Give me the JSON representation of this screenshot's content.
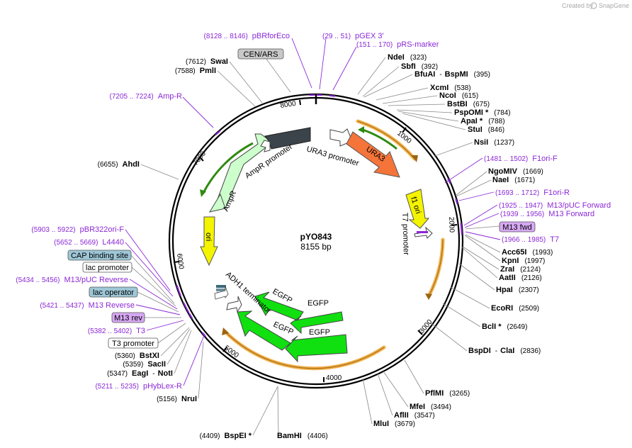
{
  "credit": {
    "text": "Created by",
    "brand": "SnapGene"
  },
  "plasmid": {
    "name": "pYO843",
    "size_label": "8155 bp",
    "length": 8155
  },
  "colors": {
    "backbone": "#000000",
    "primer": "#8b28d6",
    "egfp": "#10e010",
    "ura3": "#f5743a",
    "f1ori": "#f4f400",
    "ori": "#f4f400",
    "ampr": "#ccffcc",
    "promoter": "#ffffff",
    "ampr_promoter_block": "#3b444b",
    "orf": "#f2b04a",
    "cap_binding_box": "#9ec7d7",
    "lac_operator_box": "#9ec7d7",
    "m13_box": "#d7a8f4",
    "cen_ars_box": "#c8c8c8"
  },
  "ticks": [
    "1000",
    "2000",
    "3000",
    "4000",
    "5000",
    "6000",
    "7000",
    "8000"
  ],
  "features": [
    {
      "id": "ura3",
      "label": "URA3"
    },
    {
      "id": "ura3_promoter",
      "label": "URA3 promoter"
    },
    {
      "id": "f1_ori",
      "label": "f1 ori"
    },
    {
      "id": "t7_promoter",
      "label": "T7 promoter"
    },
    {
      "id": "egfp1",
      "label": "EGFP"
    },
    {
      "id": "egfp2",
      "label": "EGFP"
    },
    {
      "id": "egfp3",
      "label": "EGFP"
    },
    {
      "id": "egfp4",
      "label": "EGFP"
    },
    {
      "id": "adh1_terminator",
      "label": "ADH1 terminator"
    },
    {
      "id": "ori",
      "label": "ori"
    },
    {
      "id": "ampr",
      "label": "AmpR"
    },
    {
      "id": "ampr_promoter",
      "label": "AmpR promoter"
    }
  ],
  "labels": [
    {
      "id": "pbrforeco",
      "kind": "primer",
      "pos": "(8128 .. 8146)",
      "name": "pBRforEco"
    },
    {
      "id": "pgex3",
      "kind": "primer",
      "pos": "(29 .. 51)",
      "name": "pGEX 3'"
    },
    {
      "id": "prs_marker",
      "kind": "primer",
      "pos": "(151 .. 170)",
      "name": "pRS-marker"
    },
    {
      "id": "cen_ars",
      "kind": "boxed",
      "name": "CEN/ARS"
    },
    {
      "id": "swai",
      "kind": "site",
      "pos": "(7612)",
      "name": "SwaI"
    },
    {
      "id": "pmli",
      "kind": "site",
      "pos": "(7588)",
      "name": "PmlI"
    },
    {
      "id": "ndei",
      "kind": "site",
      "pos": "(323)",
      "name": "NdeI"
    },
    {
      "id": "sbfi",
      "kind": "site",
      "pos": "(392)",
      "name": "SbfI"
    },
    {
      "id": "bfuai",
      "kind": "site",
      "pos": "(395)",
      "name": "BfuAI",
      "extra": "BspMI"
    },
    {
      "id": "xcmi",
      "kind": "site",
      "pos": "(538)",
      "name": "XcmI"
    },
    {
      "id": "ncoi",
      "kind": "site",
      "pos": "(615)",
      "name": "NcoI"
    },
    {
      "id": "bstbi",
      "kind": "site",
      "pos": "(675)",
      "name": "BstBI"
    },
    {
      "id": "pspomi",
      "kind": "site",
      "pos": "(784)",
      "name": "PspOMI *"
    },
    {
      "id": "apai",
      "kind": "site",
      "pos": "(788)",
      "name": "ApaI *"
    },
    {
      "id": "stui",
      "kind": "site",
      "pos": "(846)",
      "name": "StuI"
    },
    {
      "id": "nsii",
      "kind": "site",
      "pos": "(1237)",
      "name": "NsiI"
    },
    {
      "id": "ampr_primer",
      "kind": "primer",
      "pos": "(7205 .. 7224)",
      "name": "Amp-R"
    },
    {
      "id": "f1ori_f",
      "kind": "primer",
      "pos": "(1481 .. 1502)",
      "name": "F1ori-F"
    },
    {
      "id": "ngomiv",
      "kind": "site",
      "pos": "(1669)",
      "name": "NgoMIV"
    },
    {
      "id": "naei",
      "kind": "site",
      "pos": "(1671)",
      "name": "NaeI"
    },
    {
      "id": "f1ori_r",
      "kind": "primer",
      "pos": "(1693 .. 1712)",
      "name": "F1ori-R"
    },
    {
      "id": "ahdi",
      "kind": "site",
      "pos": "(6655)",
      "name": "AhdI"
    },
    {
      "id": "m13puc_fwd",
      "kind": "primer",
      "pos": "(1925 .. 1947)",
      "name": "M13/pUC Forward"
    },
    {
      "id": "m13_fwd",
      "kind": "primer",
      "pos": "(1939 .. 1956)",
      "name": "M13 Forward"
    },
    {
      "id": "m13fwd_box",
      "kind": "boxed",
      "name": "M13 fwd"
    },
    {
      "id": "t7_primer",
      "kind": "primer",
      "pos": "(1966 .. 1985)",
      "name": "T7"
    },
    {
      "id": "acc65i",
      "kind": "site",
      "pos": "(1993)",
      "name": "Acc65I"
    },
    {
      "id": "kpni",
      "kind": "site",
      "pos": "(1997)",
      "name": "KpnI"
    },
    {
      "id": "zrai",
      "kind": "site",
      "pos": "(2124)",
      "name": "ZraI"
    },
    {
      "id": "aatii",
      "kind": "site",
      "pos": "(2126)",
      "name": "AatII"
    },
    {
      "id": "hpai",
      "kind": "site",
      "pos": "(2307)",
      "name": "HpaI"
    },
    {
      "id": "ecori",
      "kind": "site",
      "pos": "(2509)",
      "name": "EcoRI"
    },
    {
      "id": "bcli",
      "kind": "site",
      "pos": "(2649)",
      "name": "BclI *"
    },
    {
      "id": "bspdi",
      "kind": "site",
      "pos": "(2836)",
      "name": "BspDI",
      "extra": "ClaI"
    },
    {
      "id": "pflmi",
      "kind": "site",
      "pos": "(3265)",
      "name": "PflMI"
    },
    {
      "id": "mfei",
      "kind": "site",
      "pos": "(3494)",
      "name": "MfeI"
    },
    {
      "id": "aflii",
      "kind": "site",
      "pos": "(3547)",
      "name": "AflII"
    },
    {
      "id": "mlui",
      "kind": "site",
      "pos": "(3679)",
      "name": "MluI"
    },
    {
      "id": "pbr322ori_f",
      "kind": "primer",
      "pos": "(5903 .. 5922)",
      "name": "pBR322ori-F"
    },
    {
      "id": "l4440",
      "kind": "primer",
      "pos": "(5652 .. 5669)",
      "name": "L4440"
    },
    {
      "id": "cap_binding",
      "kind": "boxed",
      "name": "CAP binding site"
    },
    {
      "id": "lac_promoter",
      "kind": "boxed",
      "name": "lac promoter"
    },
    {
      "id": "m13puc_rev",
      "kind": "primer",
      "pos": "(5434 .. 5456)",
      "name": "M13/pUC Reverse"
    },
    {
      "id": "lac_operator",
      "kind": "boxed",
      "name": "lac operator"
    },
    {
      "id": "m13_reverse",
      "kind": "primer",
      "pos": "(5421 .. 5437)",
      "name": "M13 Reverse"
    },
    {
      "id": "m13rev_box",
      "kind": "boxed",
      "name": "M13 rev"
    },
    {
      "id": "t3_primer",
      "kind": "primer",
      "pos": "(5382 .. 5402)",
      "name": "T3"
    },
    {
      "id": "t3_promoter",
      "kind": "boxed",
      "name": "T3 promoter"
    },
    {
      "id": "bstxi",
      "kind": "site",
      "pos": "(5360)",
      "name": "BstXI"
    },
    {
      "id": "sacii",
      "kind": "site",
      "pos": "(5359)",
      "name": "SacII"
    },
    {
      "id": "eagi",
      "kind": "site",
      "pos": "(5347)",
      "name": "EagI",
      "extra": "NotI"
    },
    {
      "id": "phyblex_r",
      "kind": "primer",
      "pos": "(5211 .. 5235)",
      "name": "pHybLex-R"
    },
    {
      "id": "nrui",
      "kind": "site",
      "pos": "(5156)",
      "name": "NruI"
    },
    {
      "id": "bspei",
      "kind": "site",
      "pos": "(4409)",
      "name": "BspEI *"
    },
    {
      "id": "bamhi",
      "kind": "site",
      "pos": "(4406)",
      "name": "BamHI"
    }
  ]
}
